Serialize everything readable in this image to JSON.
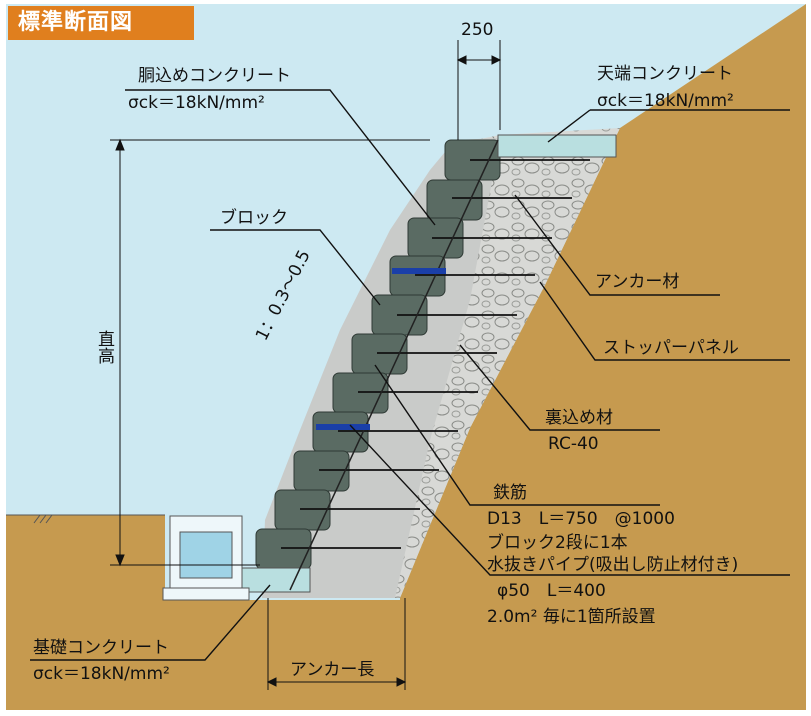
{
  "title": "標準断面図",
  "dimensions": {
    "top_width": "250",
    "height_label": "直高",
    "slope": "1：0.3〜0.5",
    "anchor_length": "アンカー長"
  },
  "callouts": {
    "filling_concrete": {
      "name": "胴込めコンクリート",
      "spec": "σck＝18kN/mm²"
    },
    "top_concrete": {
      "name": "天端コンクリート",
      "spec": "σck＝18kN/mm²"
    },
    "block": {
      "name": "ブロック"
    },
    "anchor": {
      "name": "アンカー材"
    },
    "stopper_panel": {
      "name": "ストッパーパネル"
    },
    "backfill": {
      "name": "裏込め材",
      "spec": "RC-40"
    },
    "rebar": {
      "name": "鉄筋",
      "spec": "D13　L＝750　@1000",
      "note": "ブロック2段に1本"
    },
    "drain_pipe": {
      "name": "水抜きパイプ(吸出し防止材付き)",
      "spec": "φ50　L＝400",
      "note": "2.0m² 毎に1箇所設置"
    },
    "foundation_concrete": {
      "name": "基礎コンクリート",
      "spec": "σck＝18kN/mm²"
    }
  },
  "colors": {
    "sky": "#cde9f2",
    "soil": "#c69a4f",
    "block": "#5a6b63",
    "backfill": "#d4d6d4",
    "concrete": "#b9dfe0",
    "title_bg": "#e07f1e",
    "pipe": "#1a3fa8"
  }
}
